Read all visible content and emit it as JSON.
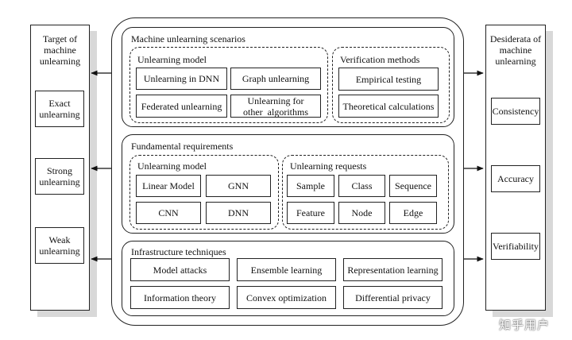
{
  "left_panel": {
    "title_lines": [
      "Target of",
      "machine",
      "unlearning"
    ],
    "items": [
      {
        "lines": [
          "Exact",
          "unlearning"
        ]
      },
      {
        "lines": [
          "Strong",
          "unlearning"
        ]
      },
      {
        "lines": [
          "Weak",
          "unlearning"
        ]
      }
    ]
  },
  "right_panel": {
    "title_lines": [
      "Desiderata of",
      "machine",
      "unlearning"
    ],
    "items": [
      {
        "label": "Consistency"
      },
      {
        "label": "Accuracy"
      },
      {
        "label": "Verifiability"
      }
    ]
  },
  "scenarios": {
    "title": "Machine unlearning scenarios",
    "model": {
      "title": "Unlearning model",
      "items": [
        {
          "lines": [
            "Unlearning in DNN"
          ]
        },
        {
          "lines": [
            "Graph unlearning"
          ]
        },
        {
          "lines": [
            "Federated unlearning"
          ]
        },
        {
          "lines": [
            "Unlearning for",
            "other  algorithms"
          ]
        }
      ]
    },
    "verification": {
      "title": "Verification methods",
      "items": [
        {
          "lines": [
            "Empirical testing"
          ]
        },
        {
          "lines": [
            "Theoretical calculations"
          ]
        }
      ]
    }
  },
  "requirements": {
    "title": "Fundamental requirements",
    "model": {
      "title": "Unlearning model",
      "items": [
        "Linear Model",
        "GNN",
        "CNN",
        "DNN"
      ]
    },
    "requests": {
      "title": "Unlearning requests",
      "items": [
        "Sample",
        "Class",
        "Sequence",
        "Feature",
        "Node",
        "Edge"
      ]
    }
  },
  "infrastructure": {
    "title": "Infrastructure techniques",
    "items": [
      "Model attacks",
      "Ensemble learning",
      "Representation learning",
      "Information theory",
      "Convex optimization",
      "Differential privacy"
    ]
  },
  "watermark": "知乎用户"
}
